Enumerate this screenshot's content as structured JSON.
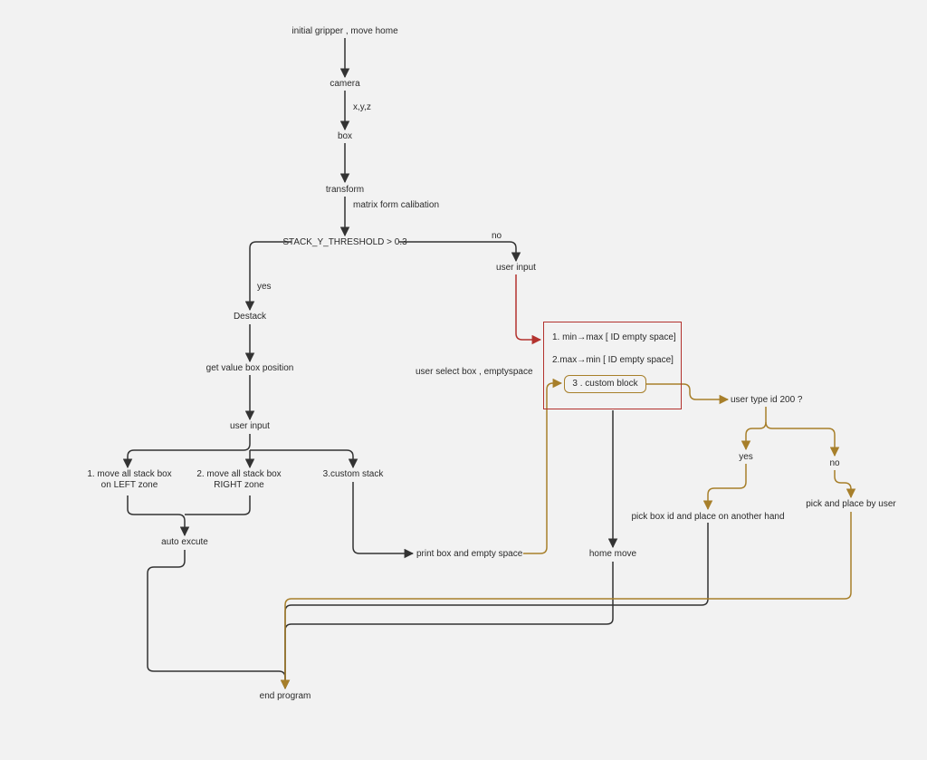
{
  "colors": {
    "dark": "#333333",
    "gold": "#a77f2a",
    "red": "#b3322e"
  },
  "nodes": {
    "init": "initial gripper , move home",
    "camera": "camera",
    "box": "box",
    "transform": "transform",
    "threshold": "STACK_Y_THRESHOLD > 0.3",
    "destack": "Destack",
    "get_value": "get value box position",
    "user_input_left": "user input",
    "move_left": "1. move all stack box on LEFT zone",
    "move_right": "2. move all stack box RIGHT zone",
    "custom_stack": "3.custom stack",
    "auto_execute": "auto excute",
    "user_input_right": "user input",
    "option1": "1. min→max  [ ID empty space]",
    "option2": "2.max→min [ ID empty space]",
    "option3": "3 . custom block",
    "print_box": "print box and empty space",
    "home_move": "home move",
    "user_type_id": "user type id 200 ?",
    "yes_right": "yes",
    "no_right": "no",
    "pick_another_hand": "pick box id and place on another hand",
    "pick_by_user": "pick and place by user",
    "end_program": "end program"
  },
  "edge_labels": {
    "xyz": "x,y,z",
    "matrix": "matrix form calibation",
    "no": "no",
    "yes": "yes",
    "user_select": "user select box , emptyspace"
  }
}
